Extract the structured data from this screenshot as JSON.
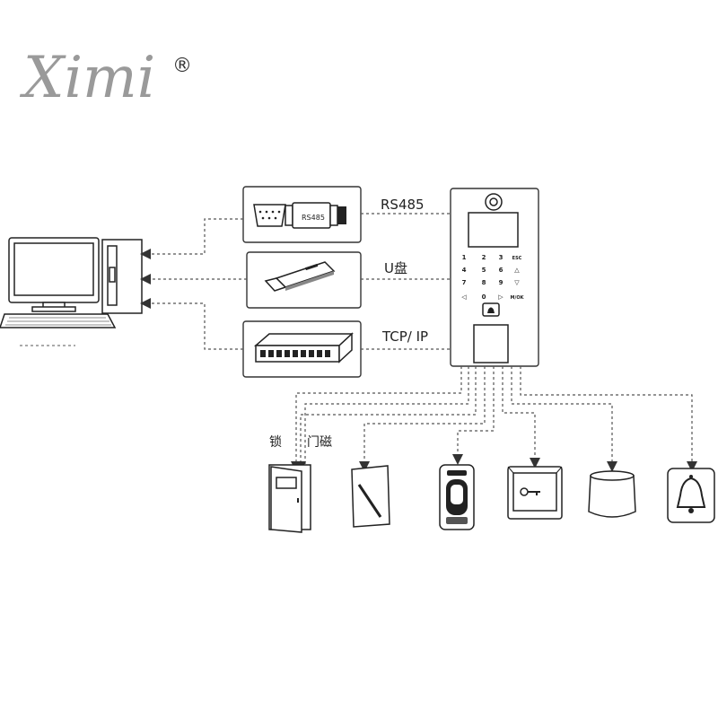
{
  "logo": {
    "text": "Ximi",
    "mark": "®"
  },
  "links": [
    {
      "label": "RS485",
      "module_label": "RS485",
      "icon": "serial-converter-icon"
    },
    {
      "label": "U盘",
      "icon": "usb-drive-icon"
    },
    {
      "label": "TCP/ IP",
      "icon": "network-switch-icon"
    }
  ],
  "keypad": {
    "rows": [
      [
        "1",
        "2",
        "3",
        "ESC"
      ],
      [
        "4",
        "5",
        "6",
        "△"
      ],
      [
        "7",
        "8",
        "9",
        "▽"
      ],
      [
        "◁",
        "0",
        "▷",
        "M/OK"
      ]
    ]
  },
  "peripherals": {
    "lock_label": "锁",
    "door_sensor_label": "门磁"
  },
  "icons": [
    "computer-icon",
    "door-icon",
    "card-reader-icon",
    "fingerprint-reader-icon",
    "exit-button-icon",
    "siren-icon",
    "bell-icon"
  ]
}
